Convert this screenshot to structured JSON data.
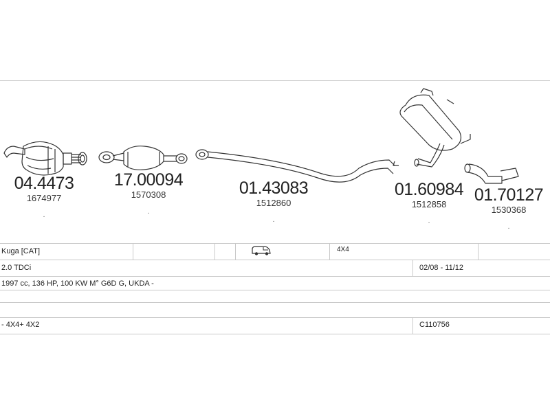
{
  "parts": [
    {
      "code": "04.4473",
      "ref": "1674977",
      "dot": "."
    },
    {
      "code": "17.00094",
      "ref": "1570308",
      "dot": "."
    },
    {
      "code": "01.43083",
      "ref": "1512860",
      "dot": "."
    },
    {
      "code": "01.60984",
      "ref": "1512858",
      "dot": "."
    },
    {
      "code": "01.70127",
      "ref": "1530368",
      "dot": "."
    }
  ],
  "vehicle": {
    "model": "Kuga  [CAT]",
    "drive": "4X4",
    "engine": "2.0 TDCi",
    "period": "02/08 - 11/12",
    "specs": "1997 cc, 136 HP, 100 KW M° G6D G, UKDA -",
    "variant": "- 4X4+ 4X2",
    "system_code": "C110756"
  },
  "icons": {
    "vehicle": "van-icon"
  }
}
